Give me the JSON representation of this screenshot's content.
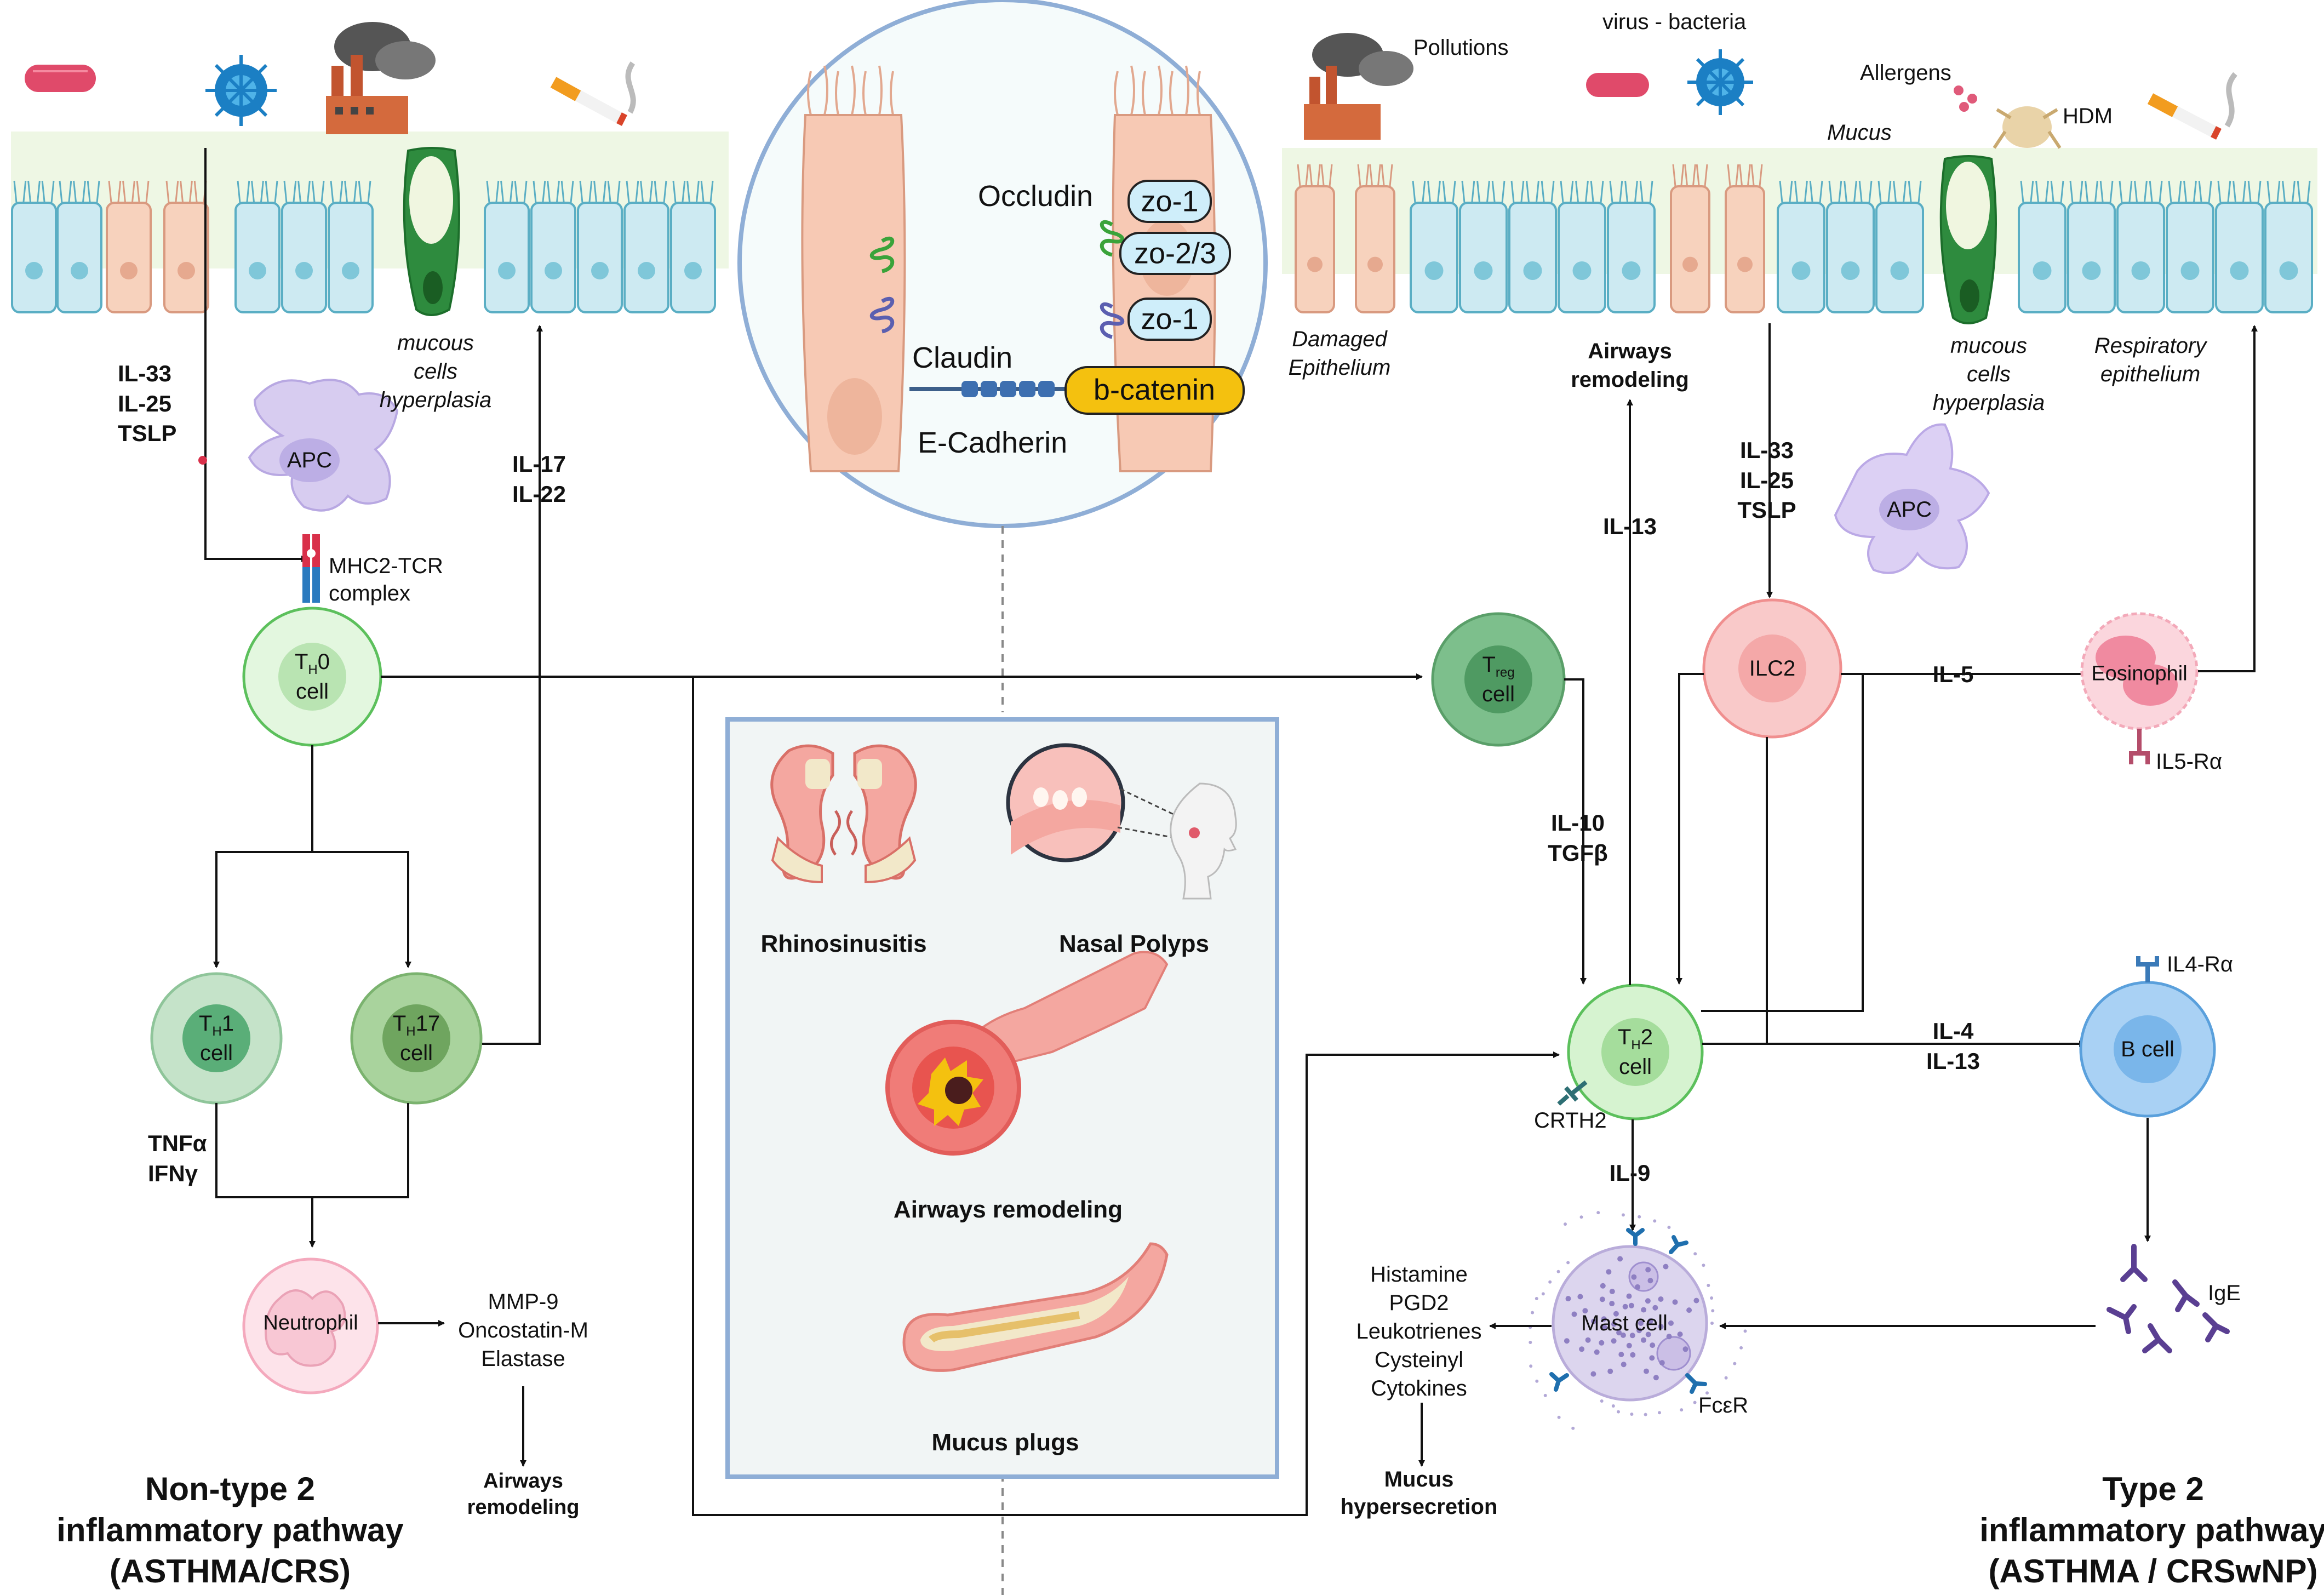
{
  "left": {
    "cytokines_epi": [
      "IL-33",
      "IL-25",
      "TSLP"
    ],
    "apc": "APC",
    "mhc": [
      "MHC2-TCR",
      "complex"
    ],
    "th0": [
      "T",
      "H",
      "0",
      "cell"
    ],
    "th1": [
      "T",
      "H",
      "1",
      "cell"
    ],
    "th17": [
      "T",
      "H",
      "17",
      "cell"
    ],
    "il17": [
      "IL-17",
      "IL-22"
    ],
    "mucous": [
      "mucous",
      "cells",
      "hyperplasia"
    ],
    "tnf": [
      "TNFα",
      "IFNγ"
    ],
    "neutrophil": "Neutrophil",
    "mmp": [
      "MMP-9",
      "Oncostatin-M",
      "Elastase"
    ],
    "airways": [
      "Airways",
      "remodeling"
    ],
    "title": [
      "Non-type 2",
      "inflammatory pathway",
      "(ASTHMA/CRS)"
    ]
  },
  "junction": {
    "occludin": "Occludin",
    "zo1a": "zo-1",
    "zo23": "zo-2/3",
    "zo1b": "zo-1",
    "claudin": "Claudin",
    "bcatenin": "b-catenin",
    "ecadherin": "E-Cadherin"
  },
  "center": {
    "rhino": "Rhinosinusitis",
    "polyps": "Nasal Polyps",
    "airways": "Airways remodeling",
    "plugs": "Mucus plugs"
  },
  "right": {
    "pollutions": "Pollutions",
    "virus": "virus - bacteria",
    "allergens": "Allergens",
    "mucus": "Mucus",
    "hdm": "HDM",
    "damaged": [
      "Damaged",
      "Epithelium"
    ],
    "airways_top": [
      "Airways",
      "remodeling"
    ],
    "mucous": [
      "mucous",
      "cells",
      "hyperplasia"
    ],
    "resp": [
      "Respiratory",
      "epithelium"
    ],
    "cytokines_epi": [
      "IL-33",
      "IL-25",
      "TSLP"
    ],
    "apc": "APC",
    "il13": "IL-13",
    "treg": [
      "T",
      "reg",
      "cell"
    ],
    "ilc2": "ILC2",
    "il5": "IL-5",
    "eos": "Eosinophil",
    "il5ra": "IL5-Rα",
    "il10": [
      "IL-10",
      "TGFβ"
    ],
    "th2": [
      "T",
      "H",
      "2",
      "cell"
    ],
    "il4ra": "IL4-Rα",
    "il4": [
      "IL-4",
      "IL-13"
    ],
    "bcell": "B cell",
    "crth2": "CRTH2",
    "il9": "IL-9",
    "mediators": [
      "Histamine",
      "PGD2",
      "Leukotrienes",
      "Cysteinyl",
      "Cytokines"
    ],
    "mast": "Mast cell",
    "ige": "IgE",
    "fcer": "FcεR",
    "mucus_hyper": [
      "Mucus",
      "hypersecretion"
    ],
    "title": [
      "Type 2",
      "inflammatory pathway",
      "(ASTHMA / CRSwNP)"
    ]
  },
  "colors": {
    "epithelium": "#cdeaf2",
    "epithelium_band": "#eaf5dc",
    "goblet": "#2e8b3e",
    "damaged_cell": "#f7d2bd",
    "apc": "#d7ccf0",
    "th0": "#d9f2d6",
    "treg": "#7fbf8f",
    "ilc2": "#f7b7b7",
    "eosinophil": "#f7c3cf",
    "bcell": "#8cc3ef",
    "neutrophil": "#fbd6e0",
    "mast": "#d7d0ee",
    "bcatenin": "#f4c10f",
    "frame": "#8faed6",
    "center_box_fill": "#f1f5f5"
  }
}
